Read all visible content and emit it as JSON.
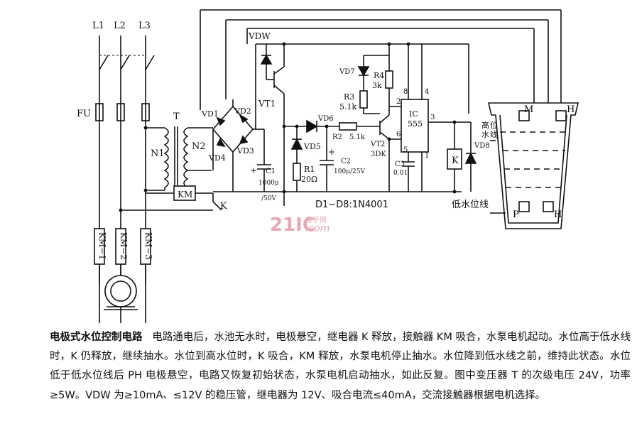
{
  "labels": {
    "L1": "L1",
    "L2": "L2",
    "L3": "L3",
    "FU": "FU",
    "T": "T",
    "N1": "N1",
    "N2": "N2",
    "VD1": "VD1",
    "VD2": "VD2",
    "VD3": "VD3",
    "VD4": "VD4",
    "VD5": "VD5",
    "VD6": "VD6",
    "VD7": "VD7",
    "VD8": "VD8",
    "VDW": "VDW",
    "VT1": "VT1",
    "VT2": "VT2",
    "VT2_type": "3DK",
    "C1": "C1",
    "C1_val_a": "1000μ",
    "C1_val_b": "/50V",
    "C2": "C2",
    "C2_val": "100μ/25V",
    "C3": "C3",
    "C3_val": "0.01",
    "R1": "R1",
    "R1_val": "20Ω",
    "R2": "R2",
    "R2_val": "5.1k",
    "R3": "R3",
    "R3_val": "5.1k",
    "R4": "R4",
    "R4_val": "3k",
    "IC": "IC",
    "IC_type": "555",
    "pin8": "8",
    "pin4": "4",
    "pin2": "2",
    "pin3": "3",
    "pin6": "6",
    "pin5": "5",
    "pin1": "1",
    "K": "K",
    "KM": "KM",
    "KM1": "KM−1",
    "KM2": "KM−2",
    "KM3": "KM−3",
    "diodes": "D1~D8:1N4001",
    "high_water": "高水位线",
    "low_water": "低水位线",
    "M": "M",
    "H": "H",
    "P": "P",
    "plus": "+"
  },
  "watermark": {
    "main": "21IC",
    "sub": "电子网",
    "suffix": ".com"
  },
  "caption": {
    "title": "电极式水位控制电路",
    "body": "电路通电后，水池无水时，电极悬空，继电器 K 释放，接触器 KM 吸合，水泵电机起动。水位高于低水线时，K 仍释放，继续抽水。水位到高水位时，K 吸合，KM 释放，水泵电机停止抽水。水位降到低水线之前，维持此状态。水位低于低水位线后 PH 电极悬空，电路又恢复初始状态，水泵电机启动抽水，如此反复。图中变压器 T 的次级电压 24V，功率≥5W。VDW 为≥10mA、≤12V 的稳压管，继电器为 12V、吸合电流≤40mA，交流接触器根据电机选择。"
  },
  "colors": {
    "ink": "#111111",
    "watermark": "#e8a8b4"
  }
}
